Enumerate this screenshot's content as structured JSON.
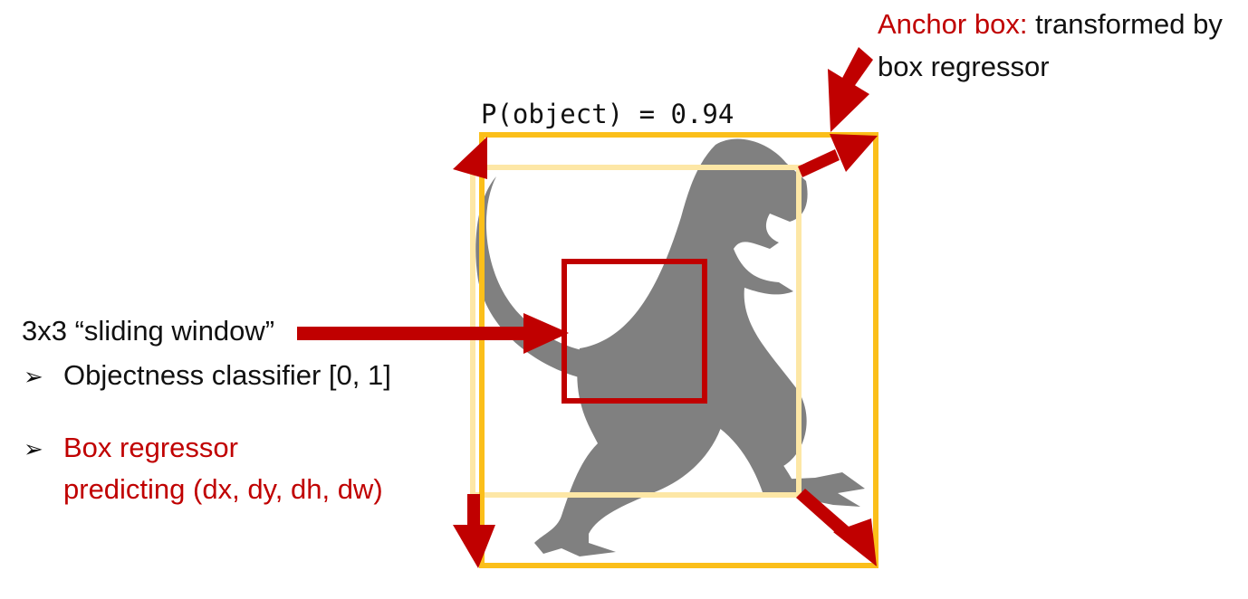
{
  "colors": {
    "accent_red": "#c00000",
    "box_orange": "#fbbf1a",
    "anchor_faded": "#fde7a6",
    "silhouette": "#808080",
    "text": "#111111"
  },
  "labels": {
    "probability": "P(object) = 0.94",
    "anchor_prefix": "Anchor box:",
    "anchor_rest": "transformed by",
    "anchor_line2": "box regressor",
    "window": "3x3 “sliding window”",
    "bullet_glyph": "➢",
    "objectness": "Objectness classifier [0, 1]",
    "regressor_line1": "Box regressor",
    "regressor_line2": "predicting (dx, dy, dh, dw)"
  },
  "icons": {
    "silhouette": "dinosaur-silhouette"
  }
}
